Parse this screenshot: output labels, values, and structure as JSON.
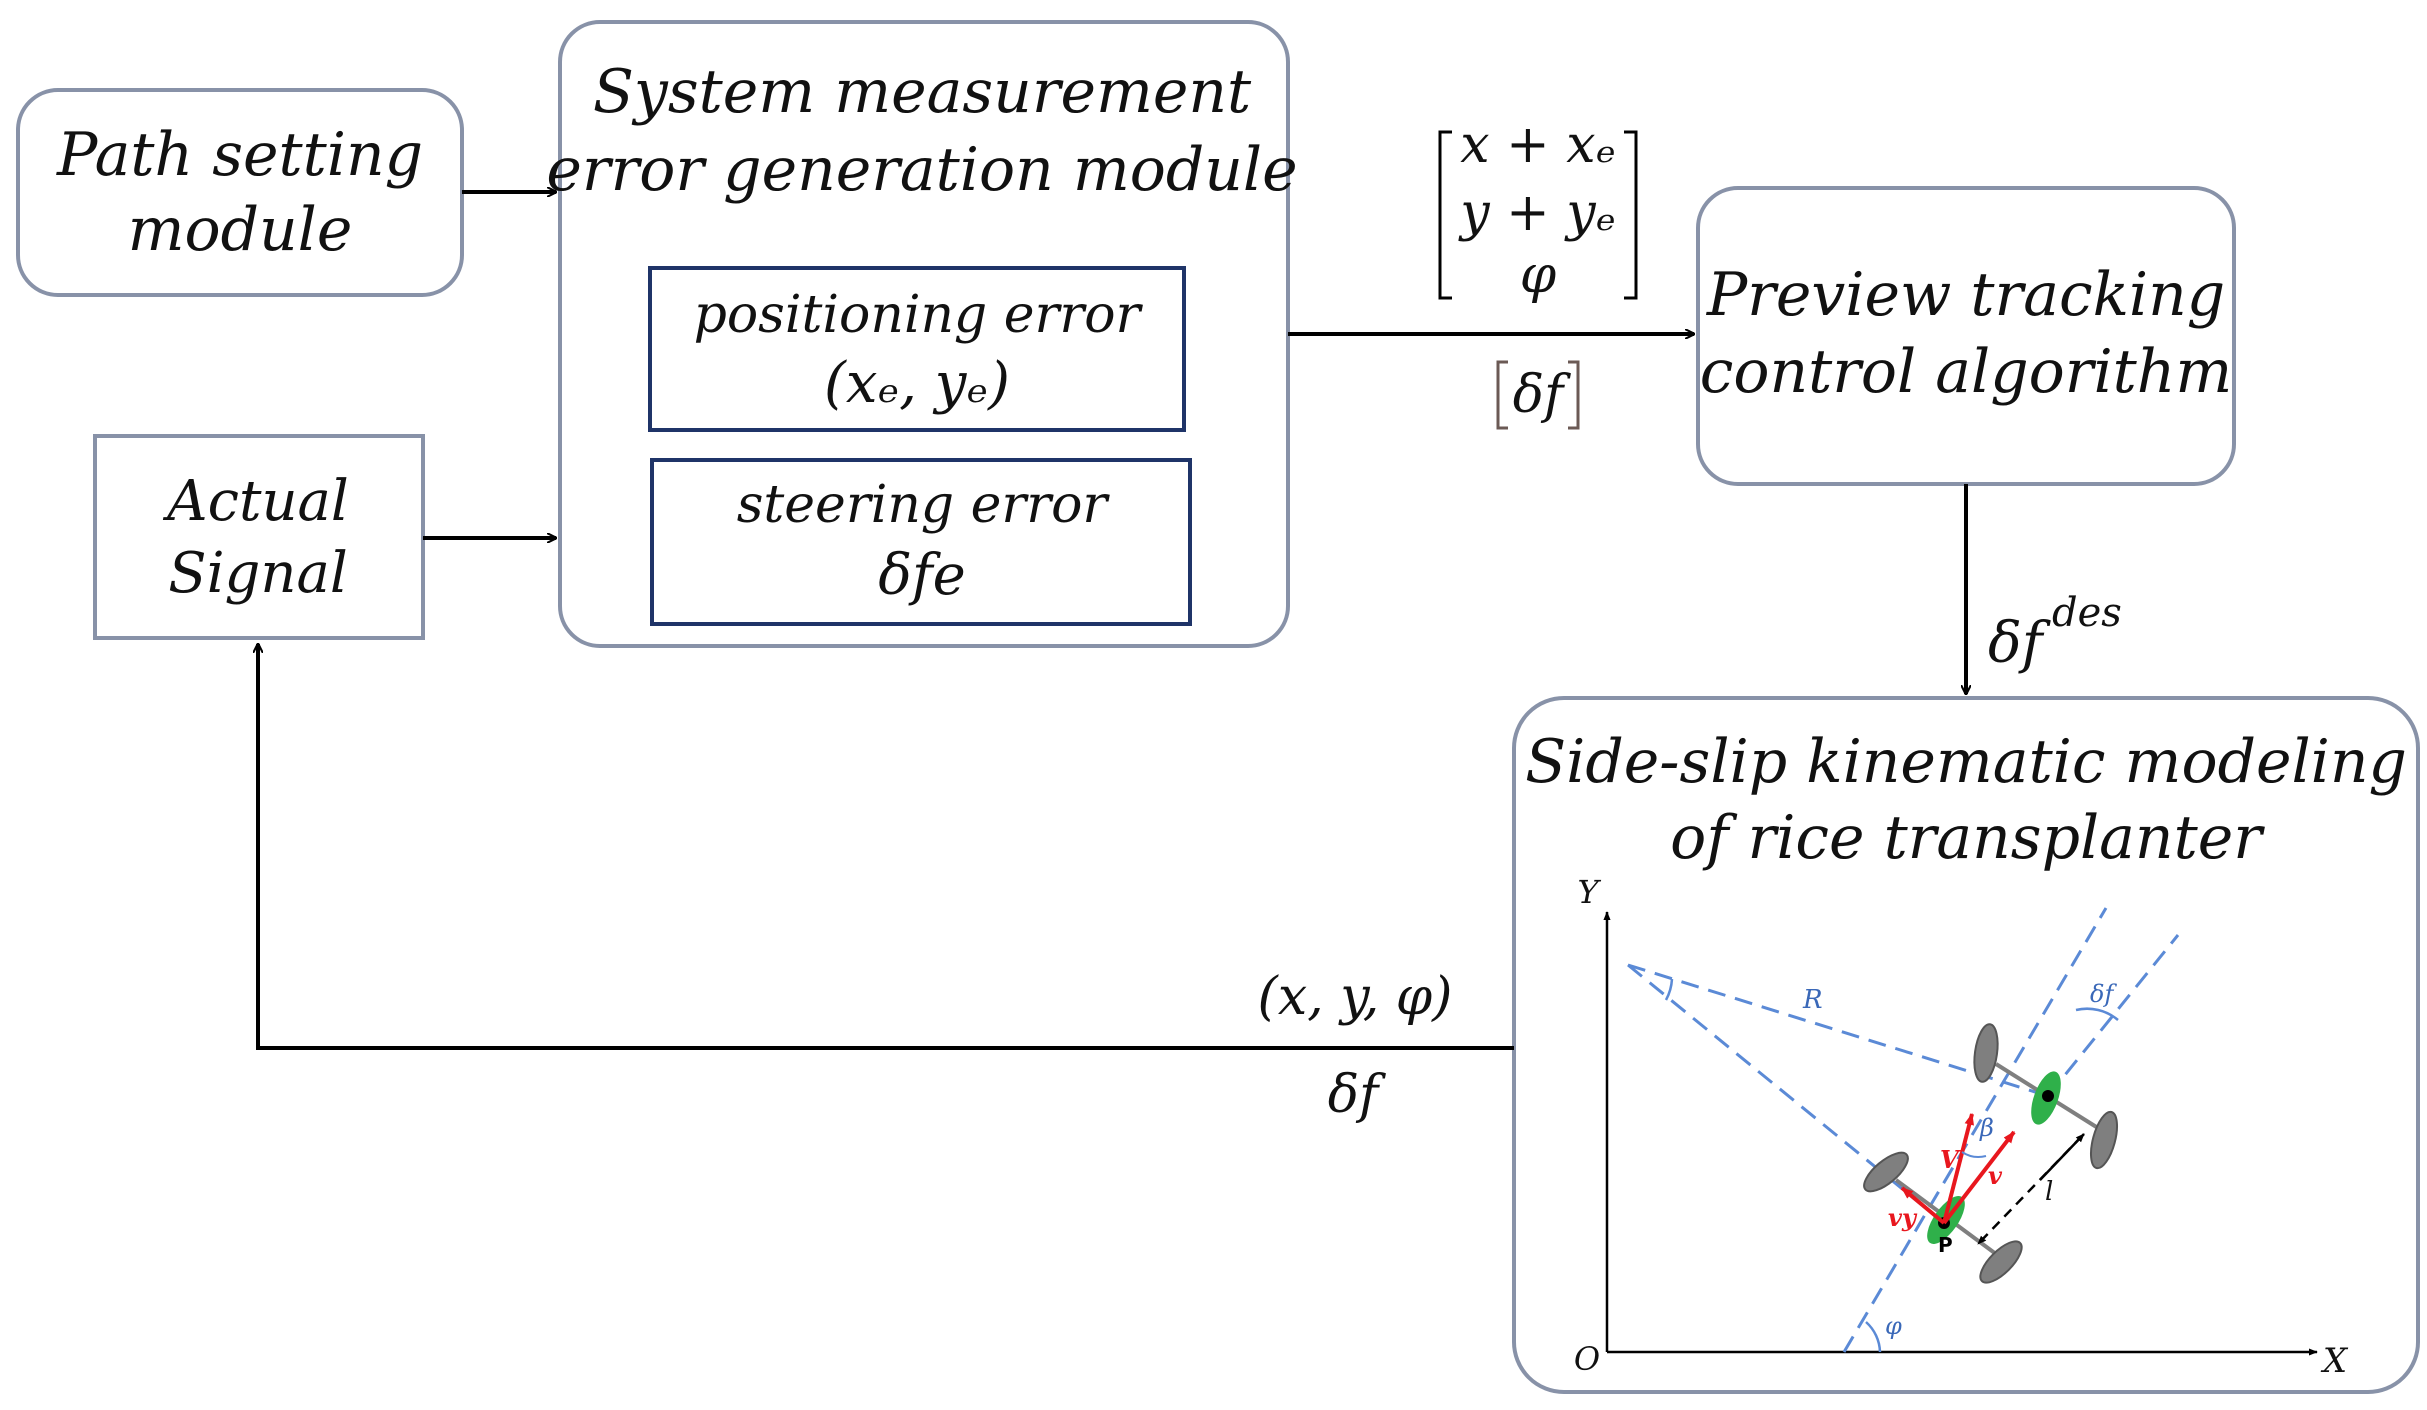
{
  "colors": {
    "box_stroke": "#8892a8",
    "inner_box_stroke": "#1f3468",
    "arrow": "#000000",
    "dashed": "#5b8ad6",
    "wheel": "#7f7f7f",
    "green": "#2fb04a",
    "red": "#e8171e"
  },
  "boxes": {
    "path_setting": {
      "line1": "Path setting",
      "line2": "module"
    },
    "actual_signal": {
      "line1": "Actual",
      "line2": "Signal"
    },
    "measurement": {
      "line1": "System measurement",
      "line2": "error generation module"
    },
    "positioning": {
      "line1": "positioning error",
      "line2": "(xₑ, yₑ)"
    },
    "steering": {
      "line1": "steering error",
      "line2": "δfe"
    },
    "preview": {
      "line1": "Preview tracking",
      "line2": "control algorithm"
    },
    "sideslip": {
      "line1": "Side-slip kinematic modeling",
      "line2": "of rice transplanter"
    }
  },
  "signals": {
    "vector_row1": "x + xₑ",
    "vector_row2": "y + yₑ",
    "vector_row3": "φ",
    "delta_bracket": "δf",
    "delta_des_base": "δf",
    "delta_des_sup": "des",
    "feedback_state": "(x, y, φ)",
    "feedback_delta": "δf"
  },
  "kinematic": {
    "axis_y": "Y",
    "axis_x": "X",
    "origin": "O",
    "R": "R",
    "delta_f": "δf",
    "beta": "β",
    "V": "V",
    "v": "v",
    "vy": "vy",
    "P": "P",
    "l": "l",
    "phi": "φ"
  }
}
